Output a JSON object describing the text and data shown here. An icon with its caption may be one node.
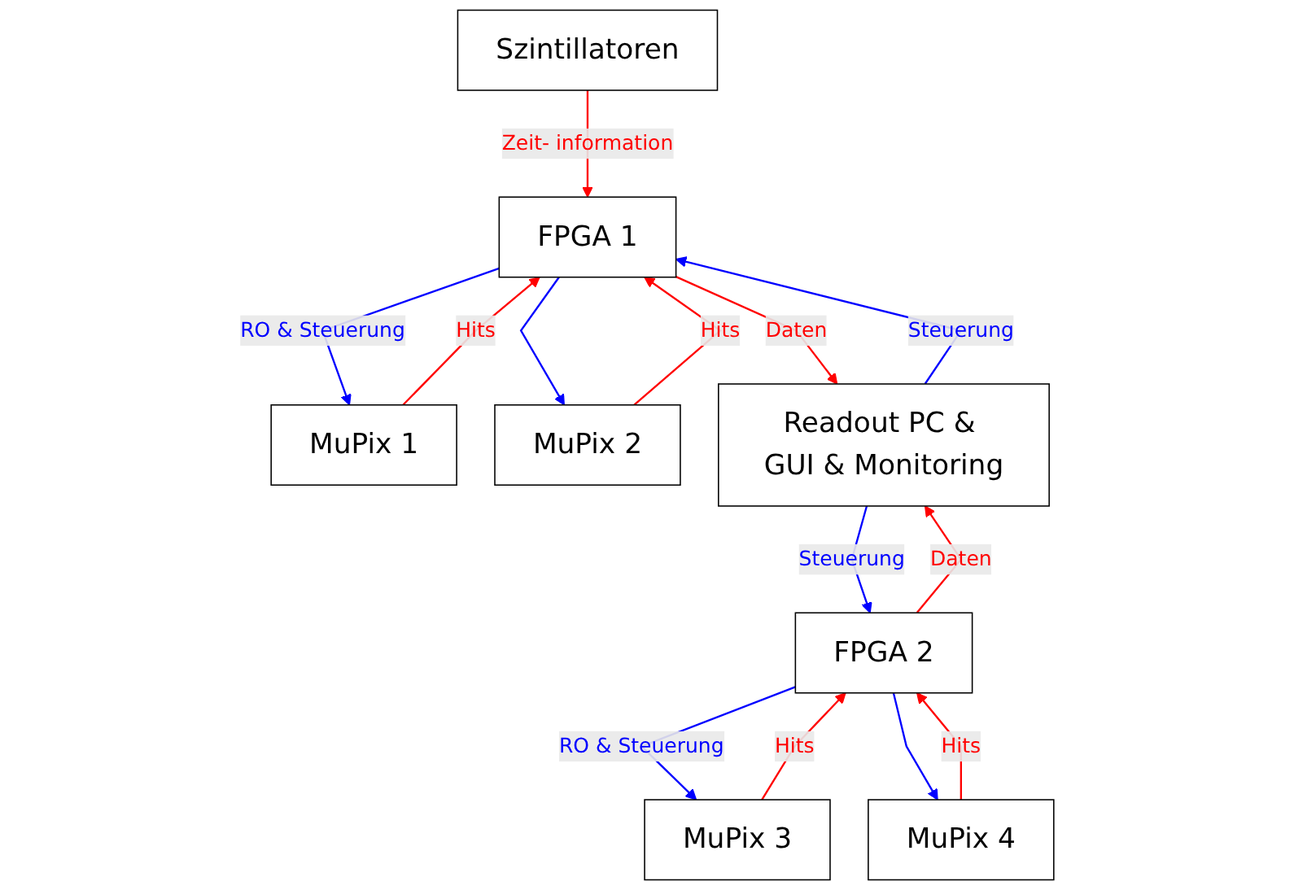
{
  "diagram": {
    "nodes": [
      {
        "text": [
          "Szintillatoren"
        ]
      },
      {
        "text": [
          "MuPix 1"
        ]
      },
      {
        "text": [
          "MuPix 2"
        ]
      },
      {
        "text": [
          "MuPix 3"
        ]
      },
      {
        "text": [
          "MuPix 4"
        ]
      },
      {
        "text": [
          "FPGA 1"
        ]
      },
      {
        "text": [
          "FPGA 2"
        ]
      },
      {
        "text": [
          "Readout PC & GUI & Monitoring"
        ]
      }
    ],
    "edges": [
      {
        "from": 1,
        "to": 5,
        "arrow": "to",
        "label": "Hits",
        "color": "#ff0000"
      },
      {
        "from": 5,
        "to": 1,
        "arrow": "to",
        "label": "RO & Steuerung",
        "color": "#0000ff"
      },
      {
        "from": 5,
        "to": 2,
        "arrow": "to",
        "color": "#0000ff"
      },
      {
        "from": 2,
        "to": 5,
        "arrow": "to",
        "label": "Hits",
        "color": "#ff0000"
      },
      {
        "from": 0,
        "to": 5,
        "arrow": "to",
        "label": "Zeit- information",
        "color": "#ff0000"
      },
      {
        "from": 3,
        "to": 6,
        "arrow": "to",
        "label": "Hits",
        "color": "#ff0000"
      },
      {
        "from": 6,
        "to": 3,
        "arrow": "to",
        "label": "RO & Steuerung",
        "color": "#0000ff"
      },
      {
        "from": 6,
        "to": 4,
        "arrow": "to",
        "color": "#0000ff"
      },
      {
        "from": 4,
        "to": 6,
        "arrow": "to",
        "label": "Hits",
        "color": "#ff0000"
      },
      {
        "from": 5,
        "to": 7,
        "arrow": "to",
        "label": "Daten",
        "color": "#ff0000"
      },
      {
        "from": 7,
        "to": 5,
        "arrow": "to",
        "label": "Steuerung",
        "color": "#0000ff"
      },
      {
        "from": 7,
        "to": 6,
        "arrow": "to",
        "label": "Steuerung",
        "color": "#0000ff"
      },
      {
        "from": 6,
        "to": 7,
        "arrow": "to",
        "label": "Daten",
        "color": "#ff0000"
      }
    ]
  }
}
